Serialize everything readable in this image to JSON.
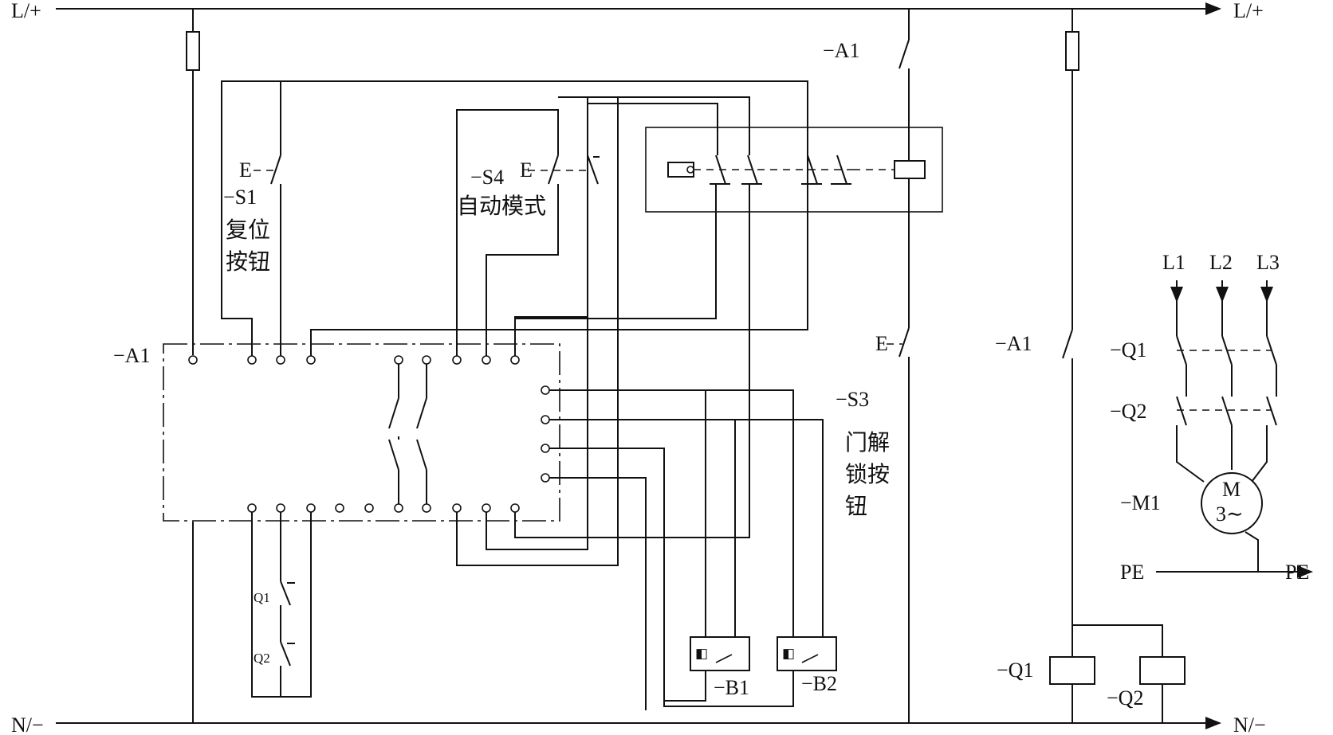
{
  "bus": {
    "top_left": "L/+",
    "top_right": "L/+",
    "bottom_left": "N/−",
    "bottom_right": "N/−"
  },
  "components": {
    "a1_module": "−A1",
    "a1_contact_top": "−A1",
    "a1_contact_right": "−A1",
    "s1": {
      "tag": "−S1",
      "desc_line1": "复位",
      "desc_line2": "按钮"
    },
    "s4": {
      "tag": "−S4",
      "desc": "自动模式"
    },
    "s3": {
      "tag": "−S3",
      "desc_line1": "门解",
      "desc_line2": "锁按",
      "desc_line3": "钮"
    },
    "b1": "−B1",
    "b2": "−B2",
    "q1_nc": "Q1",
    "q2_nc": "Q2",
    "q1_coil": "−Q1",
    "q2_coil": "−Q2",
    "e_mark": "E"
  },
  "motor_circuit": {
    "phases": [
      "L1",
      "L2",
      "L3"
    ],
    "q1": "−Q1",
    "q2": "−Q2",
    "m1": "−M1",
    "motor_line1": "M",
    "motor_line2": "3∼",
    "pe_left": "PE",
    "pe_right": "PE"
  }
}
